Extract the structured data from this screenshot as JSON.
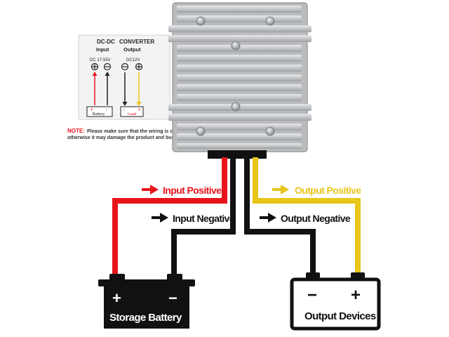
{
  "inset": {
    "title_left": "DC-DC",
    "title_right": "CONVERTER",
    "input_label": "Input",
    "output_label": "Output",
    "input_voltage": "DC 17-55V",
    "output_voltage": "DC12V",
    "battery_label": "Battery",
    "load_label": "Load",
    "note_label": "NOTE:",
    "note_text_1": "Please make sure that the wiring is correct,",
    "note_text_2": "otherwise it may damage the product and burn the fuse."
  },
  "wiring": {
    "input_positive": "Input Positive",
    "input_negative": "Input Negative",
    "output_positive": "Output Positive",
    "output_negative": "Output Negative"
  },
  "battery": {
    "label": "Storage Battery",
    "plus": "+",
    "minus": "−"
  },
  "devices": {
    "label": "Output Devices",
    "plus": "+",
    "minus": "−"
  },
  "colors": {
    "positive_input": "#e8141c",
    "negative": "#111111",
    "positive_output": "#e8c61a",
    "housing": "#c9cbcc"
  }
}
